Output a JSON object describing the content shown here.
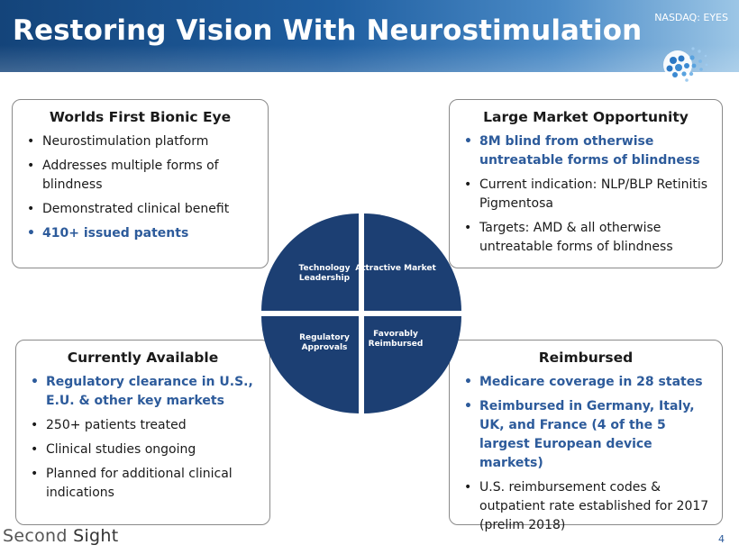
{
  "header": {
    "title": "Restoring Vision With Neurostimulation",
    "ticker": "NASDAQ: EYES"
  },
  "boxes": {
    "top_left": {
      "title": "Worlds First Bionic Eye",
      "bullets": [
        {
          "text": "Neurostimulation platform",
          "highlight": false
        },
        {
          "text": "Addresses multiple forms of blindness",
          "highlight": false
        },
        {
          "text": "Demonstrated clinical benefit",
          "highlight": false
        },
        {
          "text": "410+ issued patents",
          "highlight": true
        }
      ]
    },
    "top_right": {
      "title": "Large Market Opportunity",
      "bullets": [
        {
          "text": "8M blind from otherwise untreatable forms of blindness",
          "highlight": true
        },
        {
          "text": "Current indication: NLP/BLP Retinitis Pigmentosa",
          "highlight": false
        },
        {
          "text": "Targets: AMD & all otherwise untreatable forms of blindness",
          "highlight": false
        }
      ]
    },
    "bottom_left": {
      "title": "Currently Available",
      "bullets": [
        {
          "text": "Regulatory clearance in U.S., E.U. & other key markets",
          "highlight": true
        },
        {
          "text": "250+ patients treated",
          "highlight": false
        },
        {
          "text": "Clinical studies ongoing",
          "highlight": false
        },
        {
          "text": "Planned for additional clinical indications",
          "highlight": false
        }
      ]
    },
    "bottom_right": {
      "title": "Reimbursed",
      "bullets": [
        {
          "text": "Medicare coverage in 28 states",
          "highlight": true
        },
        {
          "text": "Reimbursed in Germany, Italy, UK, and France (4 of the 5 largest European device markets)",
          "highlight": true
        },
        {
          "text": "U.S. reimbursement codes & outpatient rate established for 2017 (prelim 2018)",
          "highlight": false
        }
      ]
    }
  },
  "quadrants": {
    "top_left": "Technology Leadership",
    "top_right": "Attractive Market",
    "bottom_left": "Regulatory Approvals",
    "bottom_right": "Favorably Reimbursed"
  },
  "footer": {
    "brand_a": "Second",
    "brand_b": "Sight",
    "page_number": "4"
  },
  "colors": {
    "header_dark": "#14447a",
    "quadrant_fill": "#1c3f73",
    "highlight_text": "#2d5b9b"
  },
  "icons": {
    "logo": "dotted-globe-logo"
  }
}
